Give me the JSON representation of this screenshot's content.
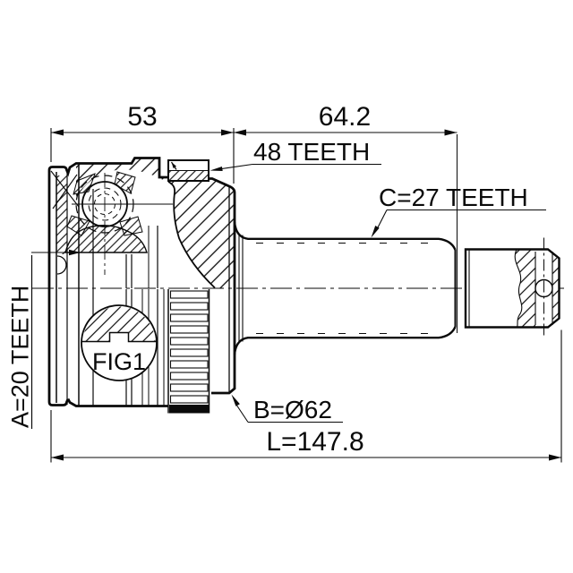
{
  "drawing": {
    "dimensions": {
      "joint_width": "53",
      "shaft_section_length": "64.2",
      "overall_length": "L=147.8",
      "outer_diameter": "B=Ø62"
    },
    "splines": {
      "abs_ring": "48 TEETH",
      "outer_shaft": "C=27 TEETH",
      "inner_bore": "A=20 TEETH"
    },
    "figure": {
      "detail_label": "FIG1"
    },
    "colors": {
      "line": "#0a0a0a",
      "background": "#ffffff"
    }
  }
}
